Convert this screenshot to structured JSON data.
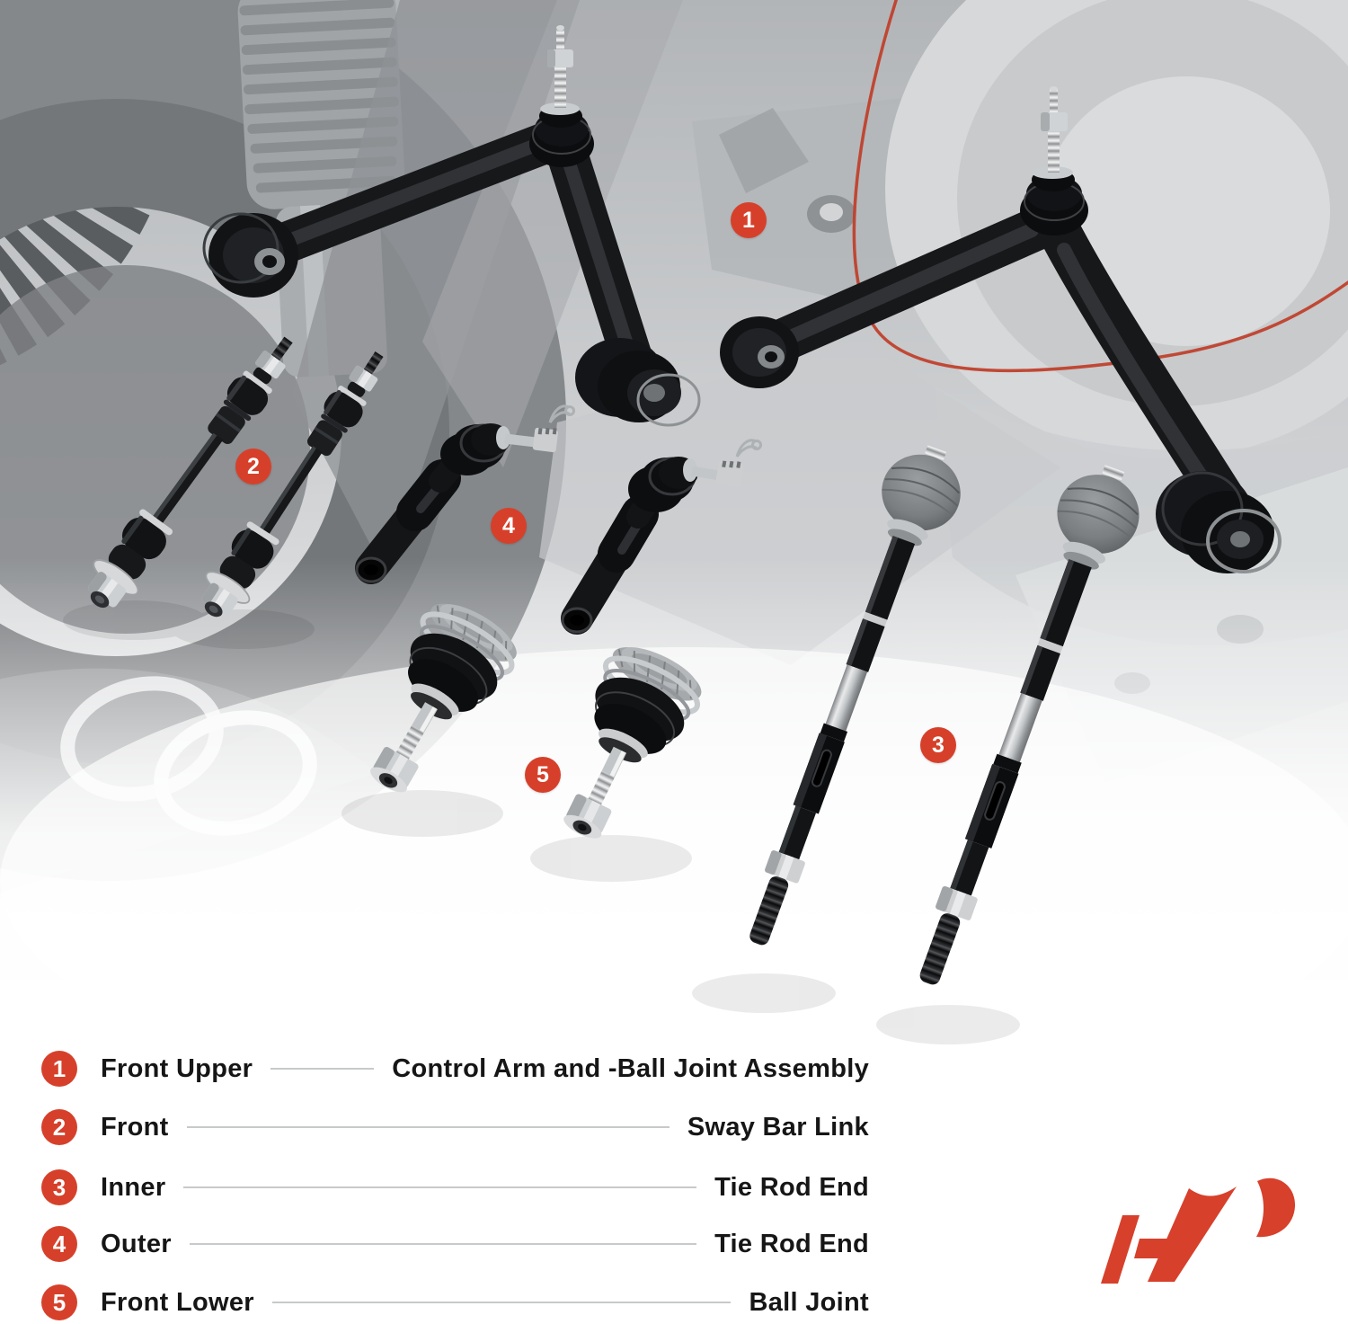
{
  "colors": {
    "badge_red": "#d6402a",
    "logo_red": "#d7402b"
  },
  "callouts": [
    {
      "number": "1"
    },
    {
      "number": "2"
    },
    {
      "number": "3"
    },
    {
      "number": "4"
    },
    {
      "number": "5"
    }
  ],
  "legend": {
    "rows": [
      {
        "number": "1",
        "label": "Front Upper",
        "name": "Control Arm and -Ball Joint Assembly"
      },
      {
        "number": "2",
        "label": "Front",
        "name": "Sway Bar Link"
      },
      {
        "number": "3",
        "label": "Inner",
        "name": "Tie Rod End"
      },
      {
        "number": "4",
        "label": "Outer",
        "name": "Tie Rod End"
      },
      {
        "number": "5",
        "label": "Front Lower",
        "name": "Ball Joint"
      }
    ]
  },
  "icons": {
    "brand_mark": "ap-logo-mark"
  }
}
